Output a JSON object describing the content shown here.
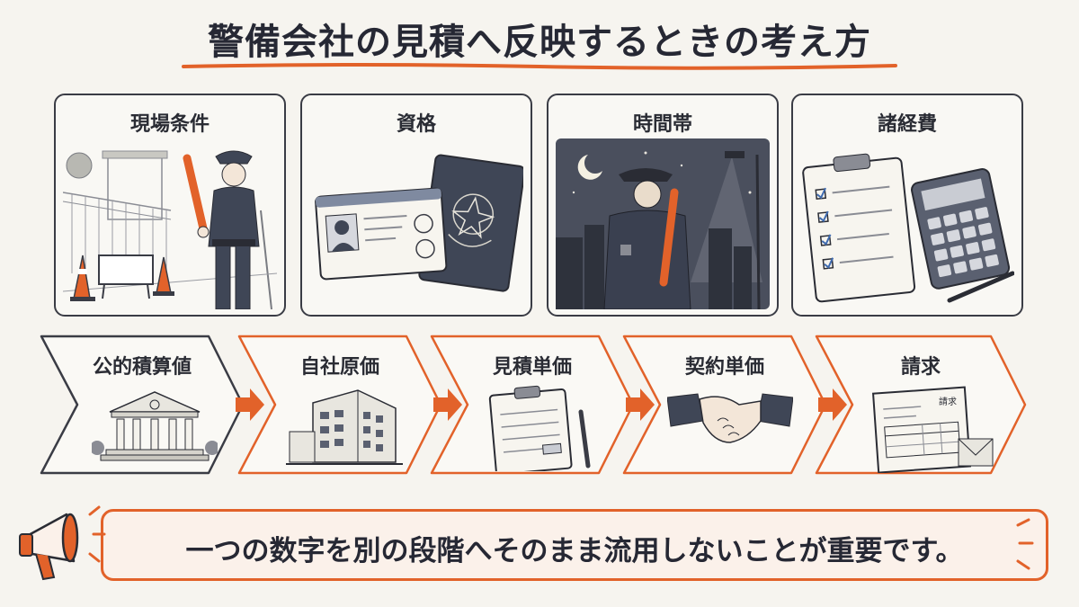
{
  "title": "警備会社の見積へ反映するときの考え方",
  "factors": [
    {
      "label": "現場条件",
      "icon": "security-guard-at-worksite-icon"
    },
    {
      "label": "資格",
      "icon": "license-certificate-icon"
    },
    {
      "label": "時間帯",
      "icon": "night-guard-icon"
    },
    {
      "label": "諸経費",
      "icon": "clipboard-calculator-icon"
    }
  ],
  "flow": [
    {
      "label": "公的積算値",
      "icon": "government-building-icon"
    },
    {
      "label": "自社原価",
      "icon": "office-building-icon"
    },
    {
      "label": "見積単価",
      "icon": "clipboard-pen-icon"
    },
    {
      "label": "契約単価",
      "icon": "handshake-icon"
    },
    {
      "label": "請求",
      "icon": "invoice-envelope-icon"
    }
  ],
  "invoice_doc_label": "請求",
  "callout": "一つの数字を別の段階へそのまま流用しないことが重要です。",
  "colors": {
    "accent": "#e2622a",
    "ink": "#3a3c45",
    "background": "#f6f4ef"
  }
}
